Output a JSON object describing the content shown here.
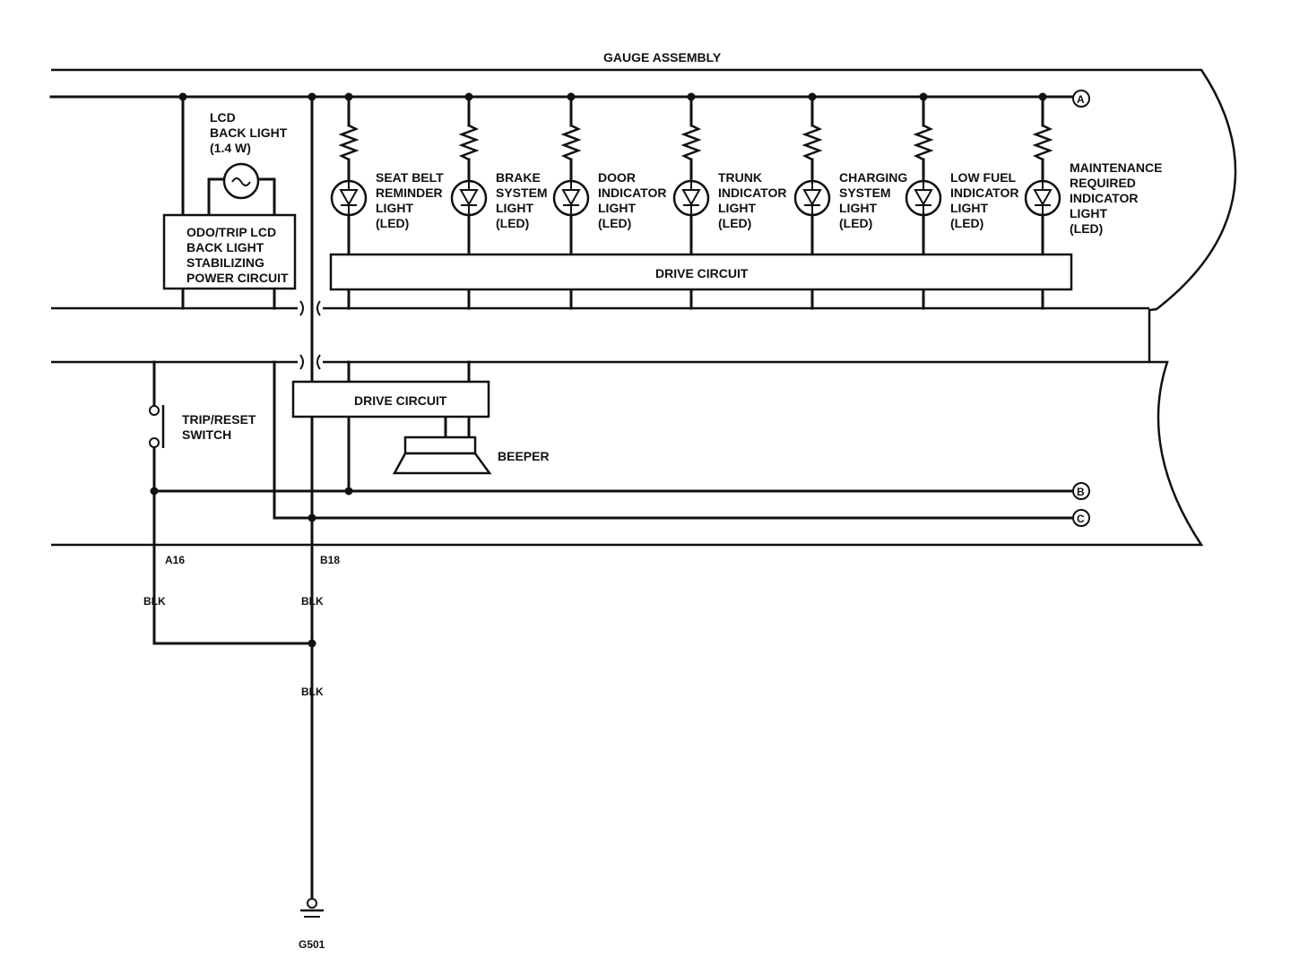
{
  "assembly_title": "GAUGE ASSEMBLY",
  "lcd_backlight": [
    "LCD",
    "BACK LIGHT",
    "(1.4 W)"
  ],
  "stabilizer_box": [
    "ODO/TRIP LCD",
    "BACK LIGHT",
    "STABILIZING",
    "POWER CIRCUIT"
  ],
  "leds": [
    {
      "lines": [
        "SEAT BELT",
        "REMINDER",
        "LIGHT",
        "(LED)"
      ]
    },
    {
      "lines": [
        "BRAKE",
        "SYSTEM",
        "LIGHT",
        "(LED)"
      ]
    },
    {
      "lines": [
        "DOOR",
        "INDICATOR",
        "LIGHT",
        "(LED)"
      ]
    },
    {
      "lines": [
        "TRUNK",
        "INDICATOR",
        "LIGHT",
        "(LED)"
      ]
    },
    {
      "lines": [
        "CHARGING",
        "SYSTEM",
        "LIGHT",
        "(LED)"
      ]
    },
    {
      "lines": [
        "LOW FUEL",
        "INDICATOR",
        "LIGHT",
        "(LED)"
      ]
    },
    {
      "lines": [
        "MAINTENANCE",
        "REQUIRED",
        "INDICATOR",
        "LIGHT",
        "(LED)"
      ]
    }
  ],
  "drive_circuit_top": "DRIVE CIRCUIT",
  "drive_circuit_bottom": "DRIVE CIRCUIT",
  "beeper": "BEEPER",
  "switch": [
    "TRIP/RESET",
    "SWITCH"
  ],
  "terminals": {
    "a": "A",
    "b": "B",
    "c": "C"
  },
  "connectors": {
    "left_pin": "A16",
    "right_pin": "B18"
  },
  "wire_colors": {
    "left": "BLK",
    "right": "BLK",
    "lower": "BLK"
  },
  "ground": "G501"
}
